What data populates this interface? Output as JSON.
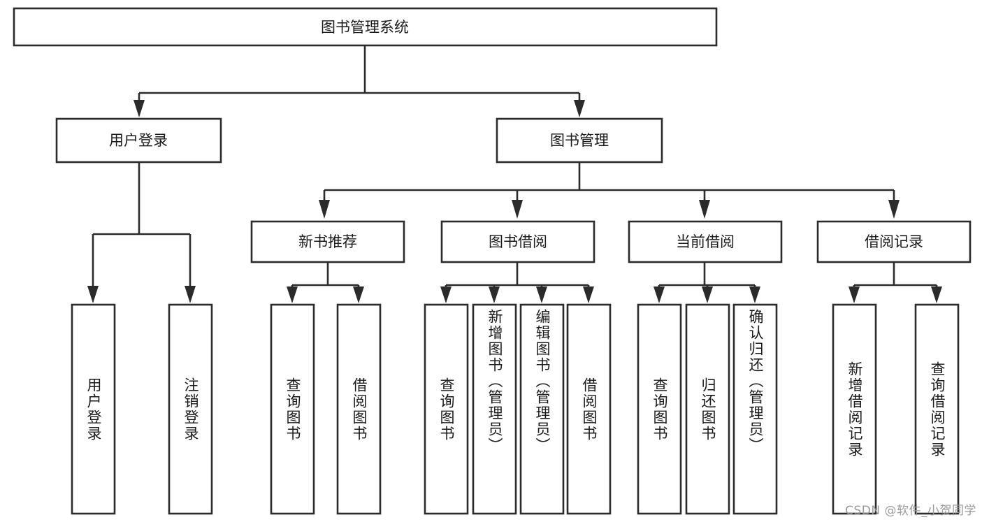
{
  "diagram": {
    "type": "tree-hierarchy",
    "title": "图书管理系统",
    "orientation": "top-down",
    "levels": 4,
    "root": {
      "id": "root",
      "label": "图书管理系统",
      "text_direction": "horizontal"
    },
    "level2": [
      {
        "id": "user-login",
        "label": "用户登录",
        "text_direction": "horizontal"
      },
      {
        "id": "book-admin",
        "label": "图书管理",
        "text_direction": "horizontal"
      }
    ],
    "level3": [
      {
        "id": "new-book-rec",
        "label": "新书推荐",
        "parent": "book-admin",
        "text_direction": "horizontal"
      },
      {
        "id": "book-borrow",
        "label": "图书借阅",
        "parent": "book-admin",
        "text_direction": "horizontal"
      },
      {
        "id": "current-borrow",
        "label": "当前借阅",
        "parent": "book-admin",
        "text_direction": "horizontal"
      },
      {
        "id": "borrow-record",
        "label": "借阅记录",
        "parent": "book-admin",
        "text_direction": "horizontal"
      }
    ],
    "leaves": {
      "user_login": [
        {
          "id": "leaf-user-login",
          "label": "用户登录",
          "text_direction": "vertical"
        },
        {
          "id": "leaf-user-logout",
          "label": "注销登录",
          "text_direction": "vertical"
        }
      ],
      "new_book_rec": [
        {
          "id": "leaf-query-book-1",
          "label": "查询图书",
          "text_direction": "vertical"
        },
        {
          "id": "leaf-borrow-book-1",
          "label": "借阅图书",
          "text_direction": "vertical"
        }
      ],
      "book_borrow": [
        {
          "id": "leaf-query-book-2",
          "label": "查询图书",
          "text_direction": "vertical"
        },
        {
          "id": "leaf-add-book",
          "label": "新增图书（管理员）",
          "text_direction": "vertical"
        },
        {
          "id": "leaf-edit-book",
          "label": "编辑图书（管理员）",
          "text_direction": "vertical"
        },
        {
          "id": "leaf-borrow-book-2",
          "label": "借阅图书",
          "text_direction": "vertical"
        }
      ],
      "current_borrow": [
        {
          "id": "leaf-query-book-3",
          "label": "查询图书",
          "text_direction": "vertical"
        },
        {
          "id": "leaf-return-book",
          "label": "归还图书",
          "text_direction": "vertical"
        },
        {
          "id": "leaf-confirm-return",
          "label": "确认归还（管理员）",
          "text_direction": "vertical"
        }
      ],
      "borrow_record": [
        {
          "id": "leaf-add-record",
          "label": "新增借阅记录",
          "text_direction": "vertical"
        },
        {
          "id": "leaf-query-record",
          "label": "查询借阅记录",
          "text_direction": "vertical"
        }
      ]
    },
    "colors": {
      "box_fill": "#ffffff",
      "box_stroke": "#2b2b2b",
      "text": "#1a1a1a",
      "background": "#ffffff",
      "watermark": "#9a9a9a"
    }
  },
  "watermark": {
    "text": "CSDN @软件_小贺同学"
  }
}
